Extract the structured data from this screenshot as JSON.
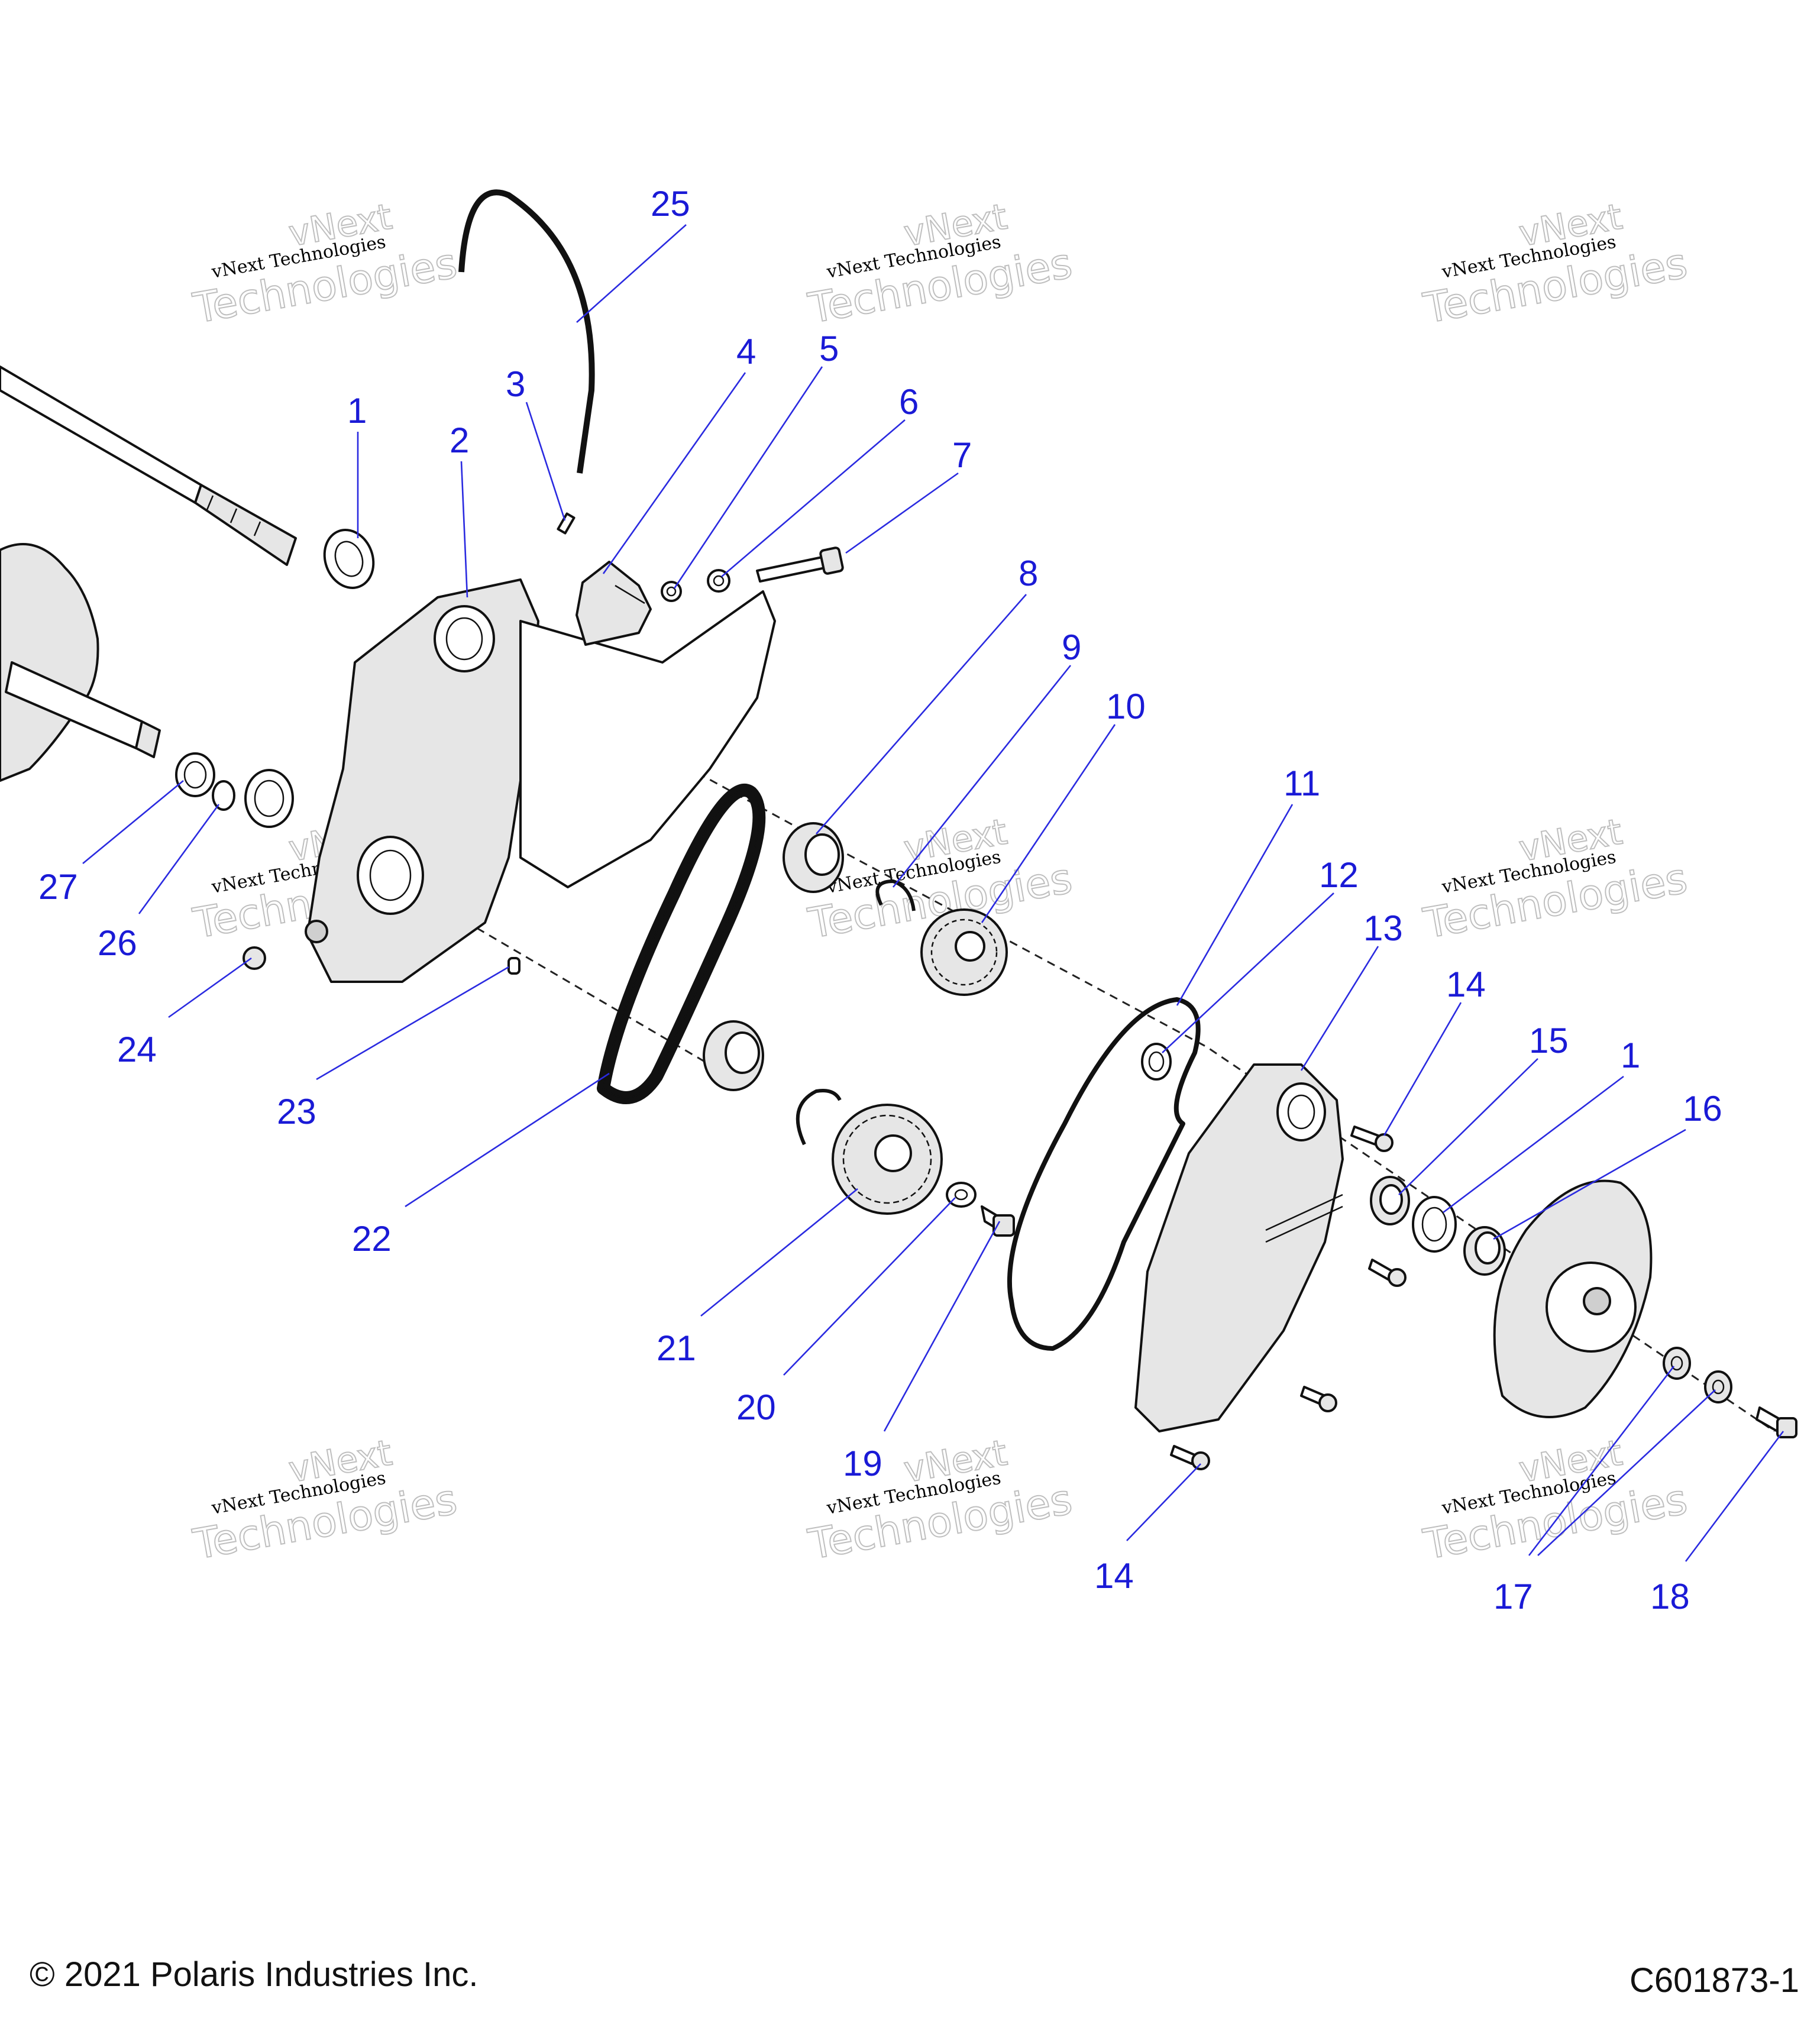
{
  "callouts": [
    {
      "id": "c25",
      "label": "25"
    },
    {
      "id": "c4",
      "label": "4"
    },
    {
      "id": "c5",
      "label": "5"
    },
    {
      "id": "c3",
      "label": "3"
    },
    {
      "id": "c6",
      "label": "6"
    },
    {
      "id": "c7",
      "label": "7"
    },
    {
      "id": "c1a",
      "label": "1"
    },
    {
      "id": "c2",
      "label": "2"
    },
    {
      "id": "c8",
      "label": "8"
    },
    {
      "id": "c9",
      "label": "9"
    },
    {
      "id": "c10",
      "label": "10"
    },
    {
      "id": "c11",
      "label": "11"
    },
    {
      "id": "c12",
      "label": "12"
    },
    {
      "id": "c13",
      "label": "13"
    },
    {
      "id": "c14a",
      "label": "14"
    },
    {
      "id": "c15",
      "label": "15"
    },
    {
      "id": "c1b",
      "label": "1"
    },
    {
      "id": "c16",
      "label": "16"
    },
    {
      "id": "c27",
      "label": "27"
    },
    {
      "id": "c26",
      "label": "26"
    },
    {
      "id": "c24",
      "label": "24"
    },
    {
      "id": "c23",
      "label": "23"
    },
    {
      "id": "c22",
      "label": "22"
    },
    {
      "id": "c21",
      "label": "21"
    },
    {
      "id": "c20",
      "label": "20"
    },
    {
      "id": "c19",
      "label": "19"
    },
    {
      "id": "c14b",
      "label": "14"
    },
    {
      "id": "c17",
      "label": "17"
    },
    {
      "id": "c18",
      "label": "18"
    }
  ],
  "watermark": {
    "line1": "vNext",
    "line2": "vNext Technologies",
    "line3": "Technologies"
  },
  "footer": {
    "copyright": "© 2021 Polaris Industries Inc.",
    "figure_id": "C601873-1"
  },
  "colors": {
    "callout": "#1a1ad6",
    "line": "#2a2ae0",
    "ink": "#111111"
  }
}
